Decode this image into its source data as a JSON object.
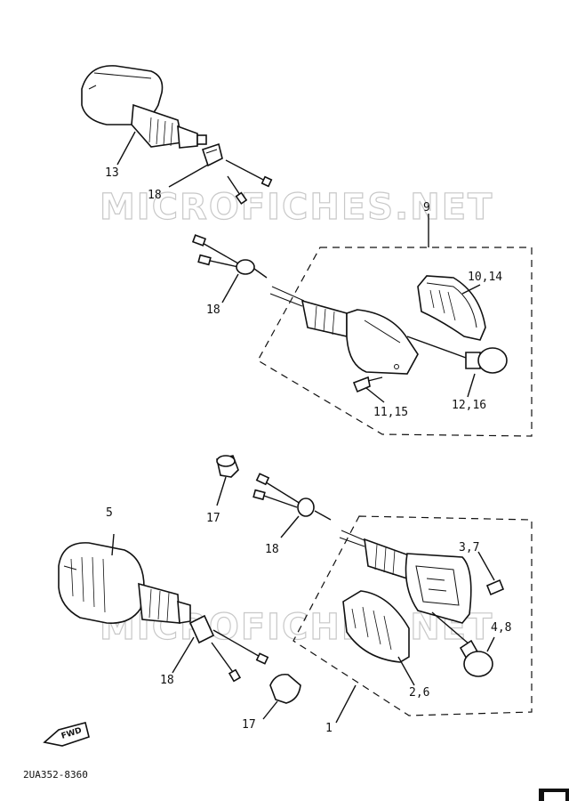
{
  "watermark": "MICROFICHES.NET",
  "diagram_code": "2UA352-8360",
  "fwd_label": "FWD",
  "callouts": {
    "c13": "13",
    "c18a": "18",
    "c9": "9",
    "c10_14": "10,14",
    "c18b": "18",
    "c11_15": "11,15",
    "c12_16": "12,16",
    "c5": "5",
    "c17a": "17",
    "c18c": "18",
    "c3_7": "3,7",
    "c4_8": "4,8",
    "c18d": "18",
    "c2_6": "2,6",
    "c17b": "17",
    "c1": "1"
  }
}
